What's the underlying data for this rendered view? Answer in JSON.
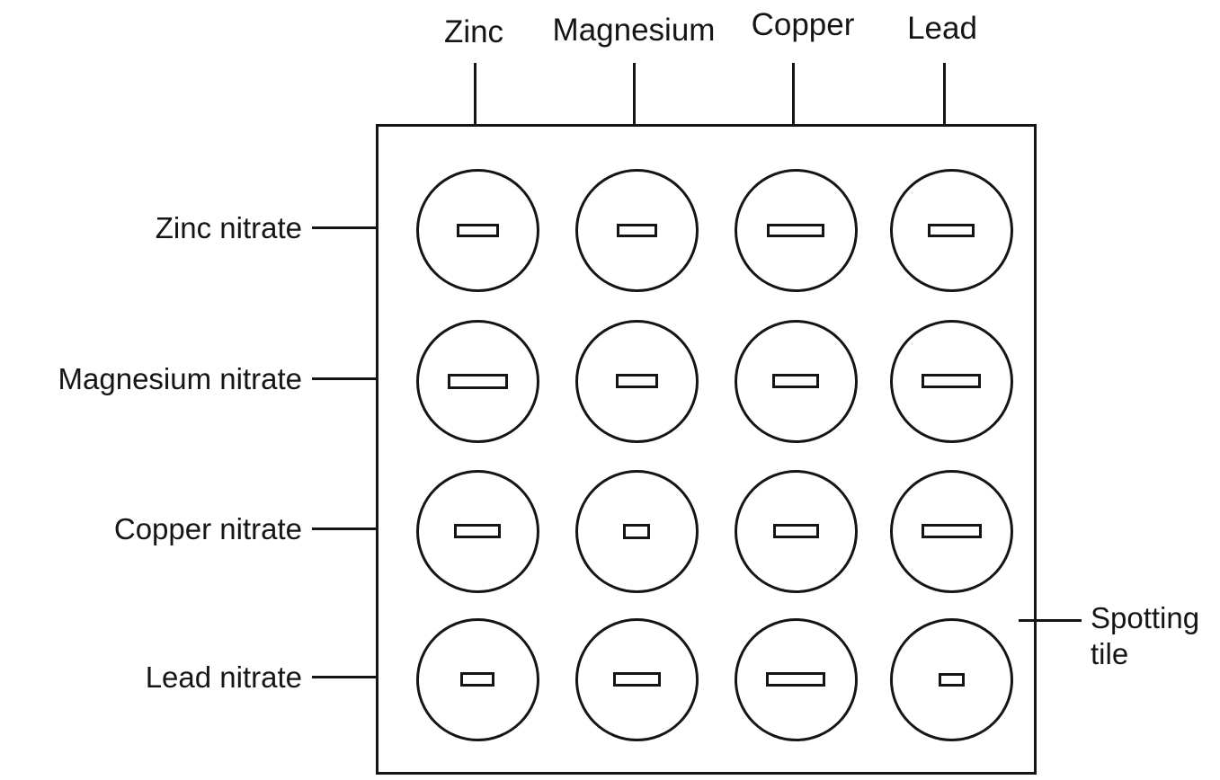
{
  "diagram": {
    "type": "chemistry-displacement-spotting-tile",
    "columns": [
      {
        "label": "Zinc"
      },
      {
        "label": "Magnesium"
      },
      {
        "label": "Copper"
      },
      {
        "label": "Lead"
      }
    ],
    "rows": [
      {
        "label": "Zinc nitrate"
      },
      {
        "label": "Magnesium nitrate"
      },
      {
        "label": "Copper nitrate"
      },
      {
        "label": "Lead nitrate"
      }
    ],
    "annotation": {
      "label": "Spotting tile",
      "lines": [
        "Spotting",
        "tile"
      ]
    },
    "wells": [
      {
        "solution": "Zinc nitrate",
        "cells": [
          {
            "metal": "Zinc",
            "strip_width": 47,
            "strip_height": 15
          },
          {
            "metal": "Magnesium",
            "strip_width": 45,
            "strip_height": 15
          },
          {
            "metal": "Copper",
            "strip_width": 64,
            "strip_height": 15
          },
          {
            "metal": "Lead",
            "strip_width": 52,
            "strip_height": 15
          }
        ]
      },
      {
        "solution": "Magnesium nitrate",
        "cells": [
          {
            "metal": "Zinc",
            "strip_width": 67,
            "strip_height": 17
          },
          {
            "metal": "Magnesium",
            "strip_width": 47,
            "strip_height": 16
          },
          {
            "metal": "Copper",
            "strip_width": 52,
            "strip_height": 16
          },
          {
            "metal": "Lead",
            "strip_width": 66,
            "strip_height": 16
          }
        ]
      },
      {
        "solution": "Copper nitrate",
        "cells": [
          {
            "metal": "Zinc",
            "strip_width": 52,
            "strip_height": 16
          },
          {
            "metal": "Magnesium",
            "strip_width": 30,
            "strip_height": 17
          },
          {
            "metal": "Copper",
            "strip_width": 51,
            "strip_height": 16
          },
          {
            "metal": "Lead",
            "strip_width": 67,
            "strip_height": 16
          }
        ]
      },
      {
        "solution": "Lead nitrate",
        "cells": [
          {
            "metal": "Zinc",
            "strip_width": 38,
            "strip_height": 16
          },
          {
            "metal": "Magnesium",
            "strip_width": 53,
            "strip_height": 16
          },
          {
            "metal": "Copper",
            "strip_width": 66,
            "strip_height": 16
          },
          {
            "metal": "Lead",
            "strip_width": 29,
            "strip_height": 15
          }
        ]
      }
    ],
    "colors": {
      "line": "#151515",
      "text": "#151515",
      "background": "#ffffff"
    }
  }
}
